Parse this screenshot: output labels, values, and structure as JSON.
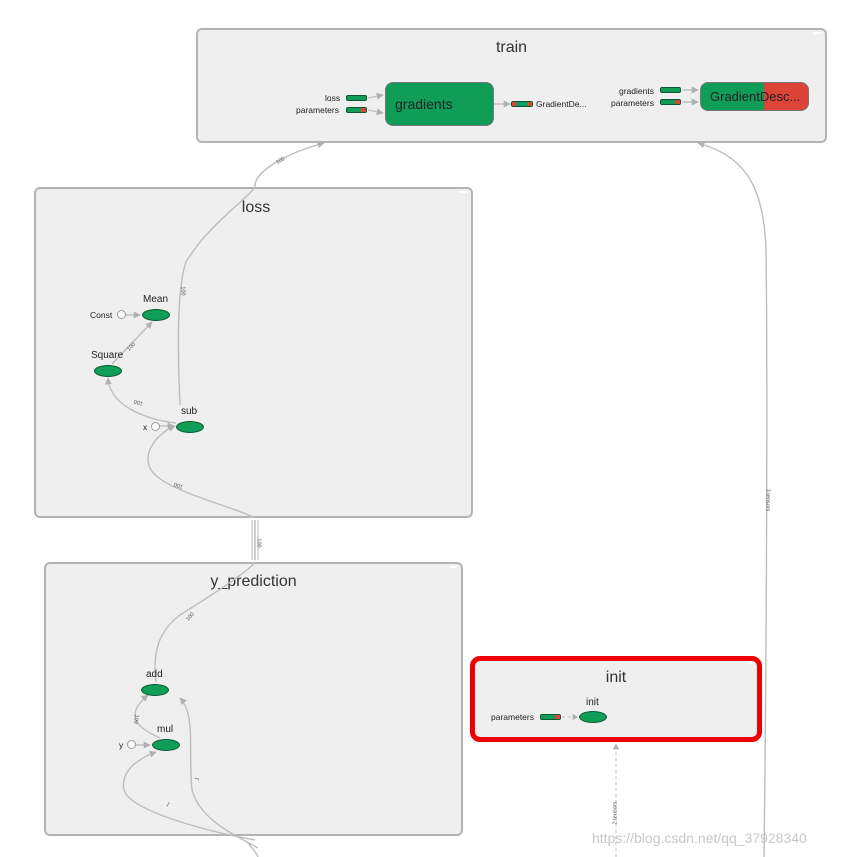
{
  "groups": {
    "train": {
      "title": "train",
      "inputs": [
        "loss",
        "parameters"
      ],
      "gradients_node": "gradients",
      "gradients_out": "GradientDe...",
      "gd_inputs": [
        "gradients",
        "parameters"
      ],
      "gd_node": "GradientDesc..."
    },
    "loss": {
      "title": "loss",
      "nodes": {
        "const": "Const",
        "mean": "Mean",
        "square": "Square",
        "sub": "sub",
        "x": "x"
      }
    },
    "y_prediction": {
      "title": "y_prediction",
      "nodes": {
        "add": "add",
        "mul": "mul",
        "y": "y"
      }
    },
    "init": {
      "title": "init",
      "input": "parameters",
      "node": "init"
    }
  },
  "edge_labels": {
    "train_in": "100",
    "loss_main": "100",
    "square_mean": "100",
    "sub_square": "100",
    "loss_in": "100",
    "between": "100",
    "yp_out": "100",
    "mul_add": "100",
    "edge_1a": "1",
    "edge_1b": "1",
    "tensors3": "3 tensors",
    "tensors2": "2 tensors"
  },
  "watermark": "https://blog.csdn.net/qq_37928340",
  "colors": {
    "op_green": "#0f9d58",
    "alert_red": "#db4437",
    "group_bg": "#efefef",
    "selected_border": "#ee0000"
  }
}
